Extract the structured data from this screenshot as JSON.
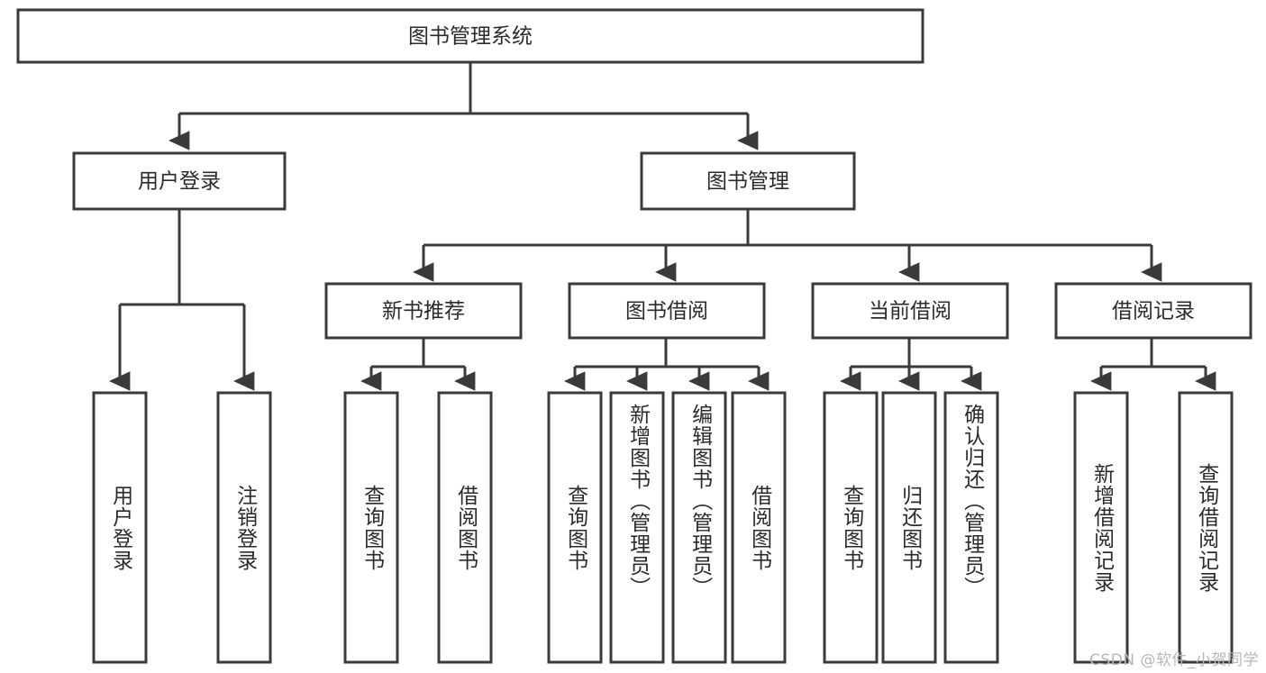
{
  "diagram": {
    "title": "图书管理系统",
    "type": "tree",
    "watermark": "CSDN @软件_小贺同学",
    "colors": {
      "stroke": "#3a3a3a",
      "text": "#2b2b2b",
      "background": "#ffffff",
      "watermark": "#b7b7b7"
    },
    "root": {
      "label": "图书管理系统"
    },
    "level2": [
      {
        "label": "用户登录"
      },
      {
        "label": "图书管理"
      }
    ],
    "level3": [
      {
        "label": "新书推荐"
      },
      {
        "label": "图书借阅"
      },
      {
        "label": "当前借阅"
      },
      {
        "label": "借阅记录"
      }
    ],
    "leaves": {
      "user_login": [
        {
          "label": "用户登录"
        },
        {
          "label": "注销登录"
        }
      ],
      "new_book_recommend": [
        {
          "label": "查询图书"
        },
        {
          "label": "借阅图书"
        }
      ],
      "book_borrow": [
        {
          "label": "查询图书"
        },
        {
          "label": "新增图书（管理员）"
        },
        {
          "label": "编辑图书（管理员）"
        },
        {
          "label": "借阅图书"
        }
      ],
      "current_borrow": [
        {
          "label": "查询图书"
        },
        {
          "label": "归还图书"
        },
        {
          "label": "确认归还（管理员）"
        }
      ],
      "borrow_record": [
        {
          "label": "新增借阅记录"
        },
        {
          "label": "查询借阅记录"
        }
      ]
    }
  }
}
